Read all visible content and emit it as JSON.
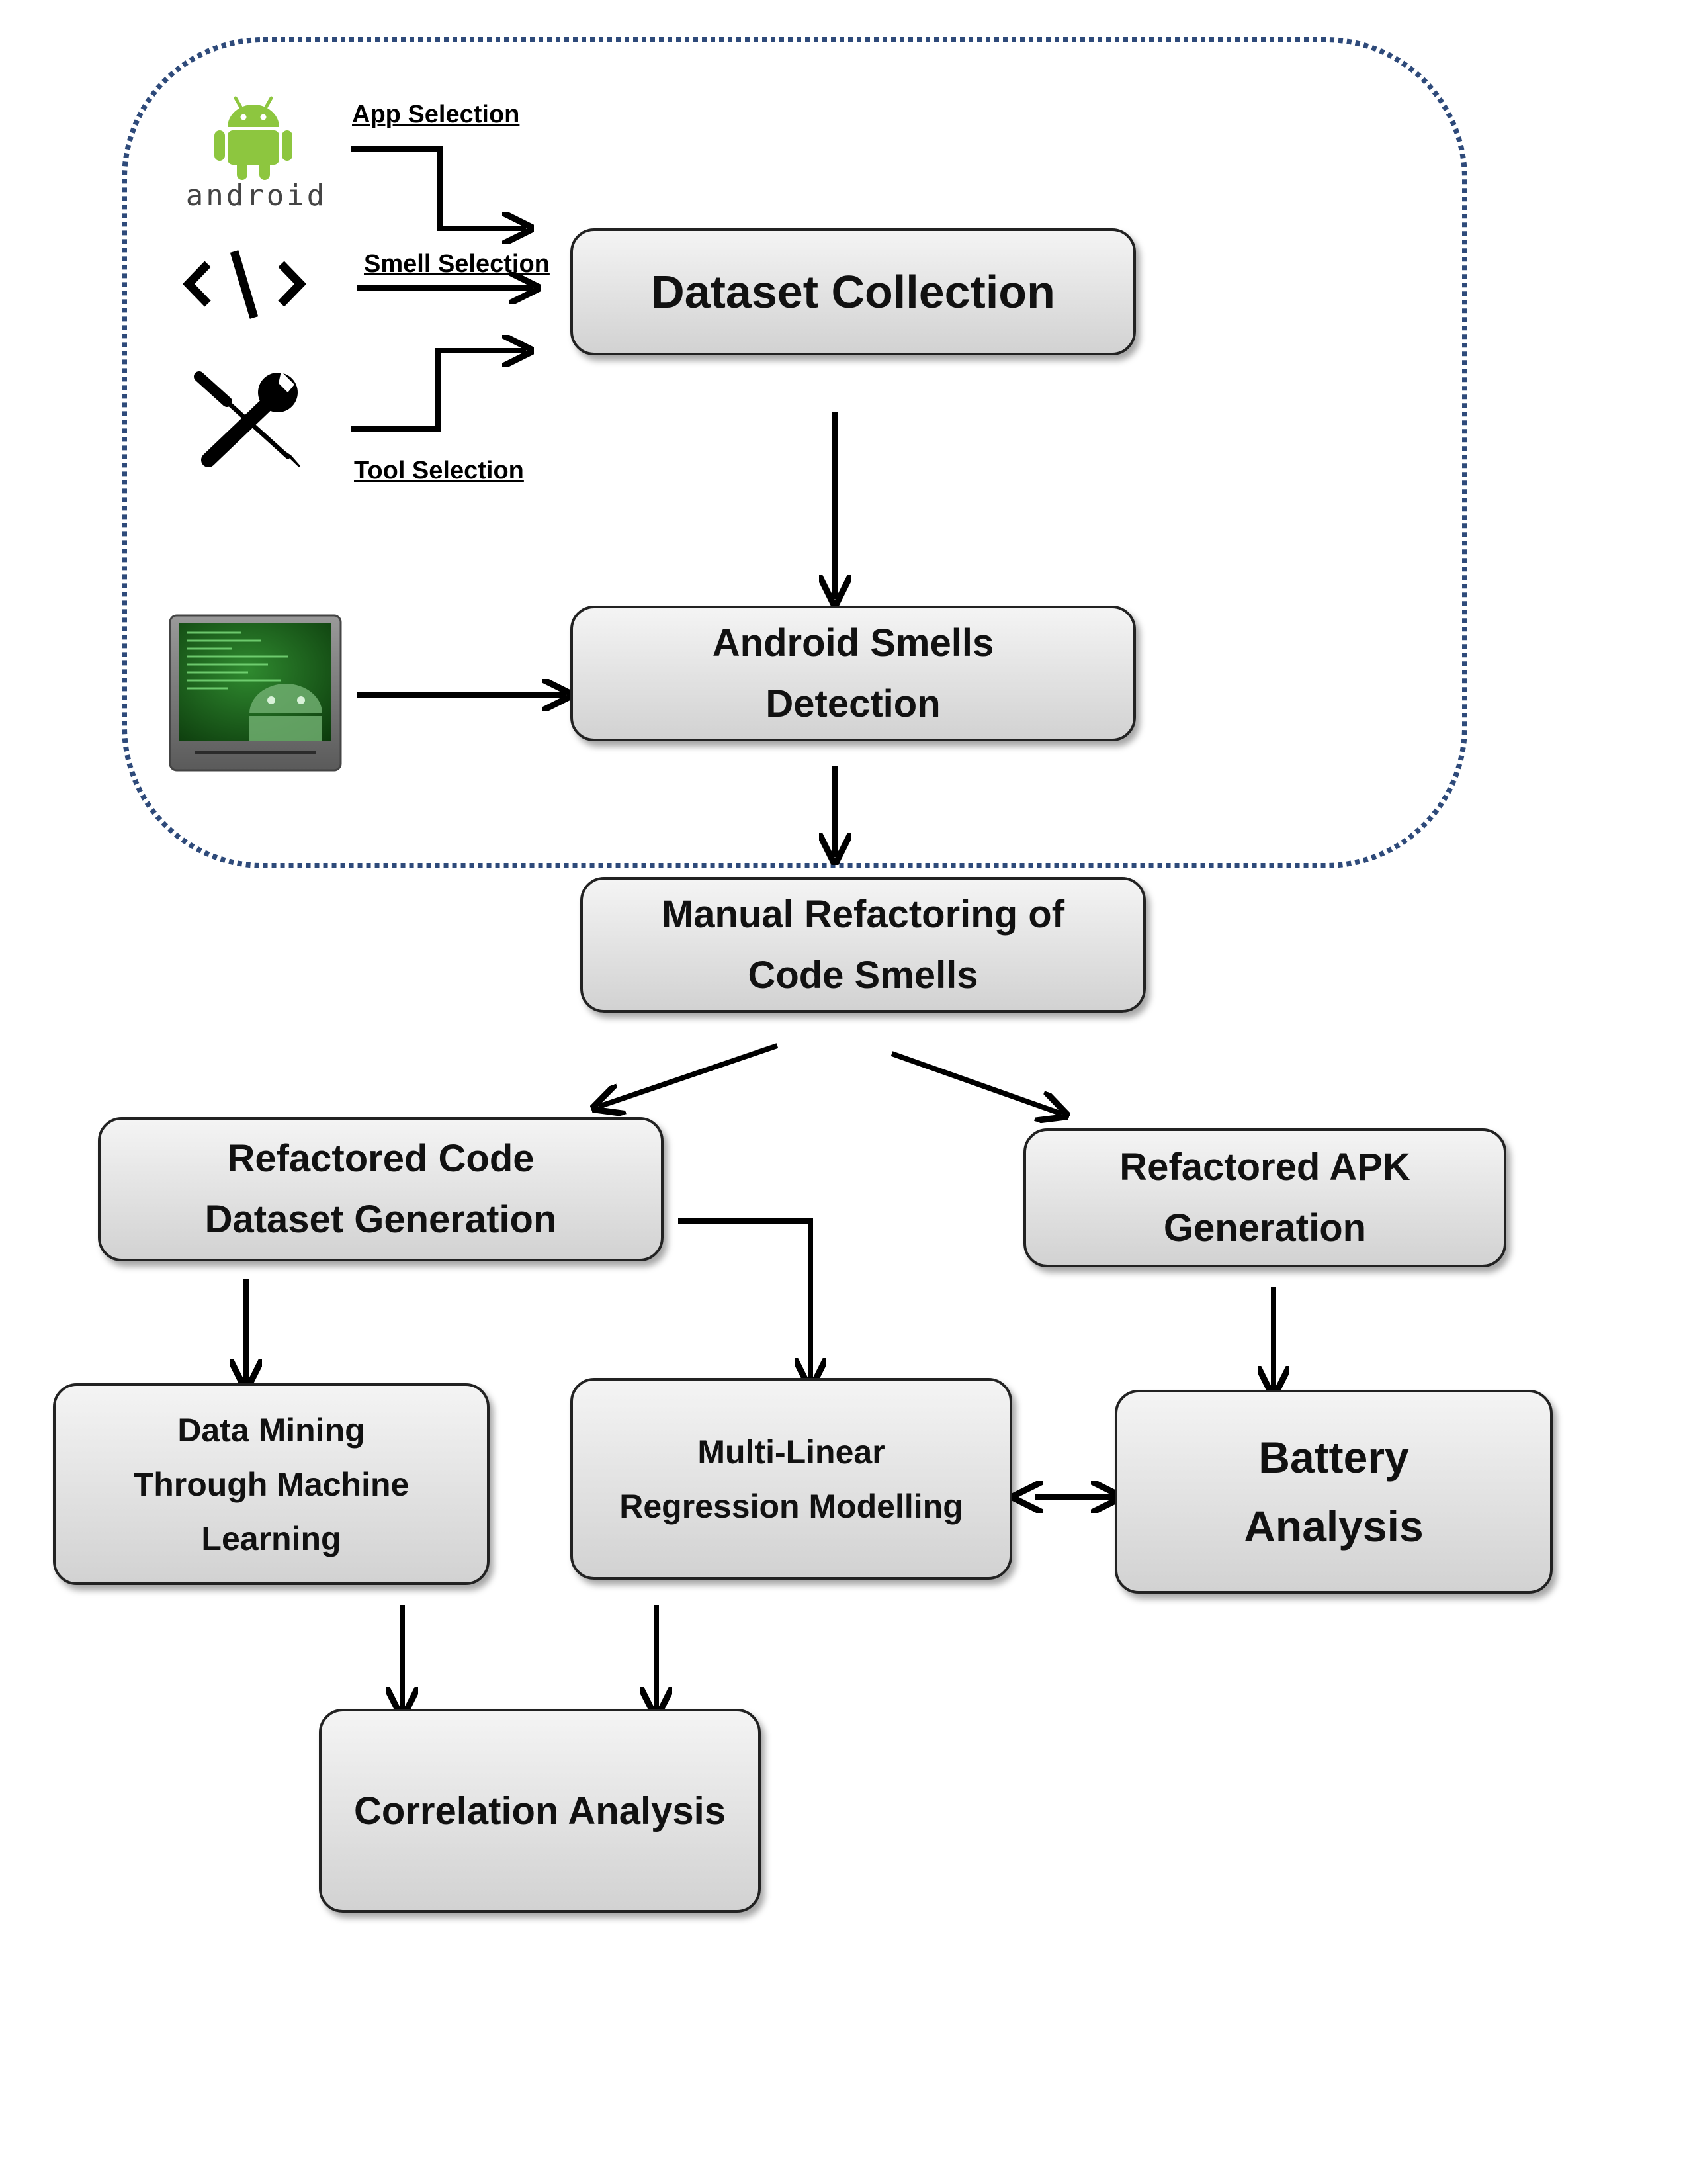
{
  "inputs": {
    "android_logo_text": "android",
    "app_selection": "App Selection",
    "smell_selection": "Smell Selection",
    "tool_selection": "Tool Selection"
  },
  "boxes": {
    "dataset_collection": [
      "Dataset Collection"
    ],
    "android_smells_detection": [
      "Android Smells",
      "Detection"
    ],
    "manual_refactoring": [
      "Manual Refactoring of",
      "Code Smells"
    ],
    "refactored_code": [
      "Refactored Code",
      "Dataset Generation"
    ],
    "refactored_apk": [
      "Refactored APK",
      "Generation"
    ],
    "data_mining": [
      "Data Mining",
      "Through Machine",
      "Learning"
    ],
    "mlr": [
      "Multi-Linear",
      "Regression Modelling"
    ],
    "battery": [
      "Battery",
      "Analysis"
    ],
    "correlation": [
      "Correlation Analysis"
    ]
  },
  "colors": {
    "android_green": "#8dc63f",
    "dotted_border": "#2e4a7a",
    "terminal_green": "#2f8a2f"
  }
}
